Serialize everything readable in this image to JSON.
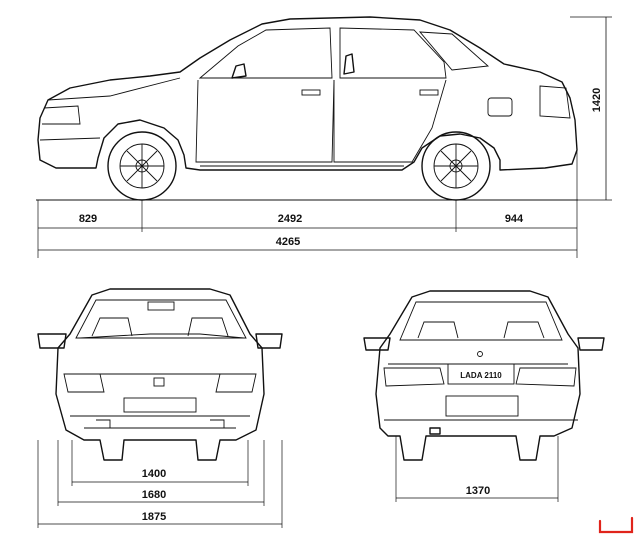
{
  "side_view": {
    "front_overhang": "829",
    "wheelbase": "2492",
    "rear_overhang": "944",
    "overall_length": "4265",
    "height": "1420"
  },
  "front_view": {
    "track": "1400",
    "body_width": "1680",
    "overall_width": "1875"
  },
  "rear_view": {
    "track": "1370",
    "badge": "LADA 2110"
  },
  "corner_mark": {
    "color": "#e0241b"
  }
}
